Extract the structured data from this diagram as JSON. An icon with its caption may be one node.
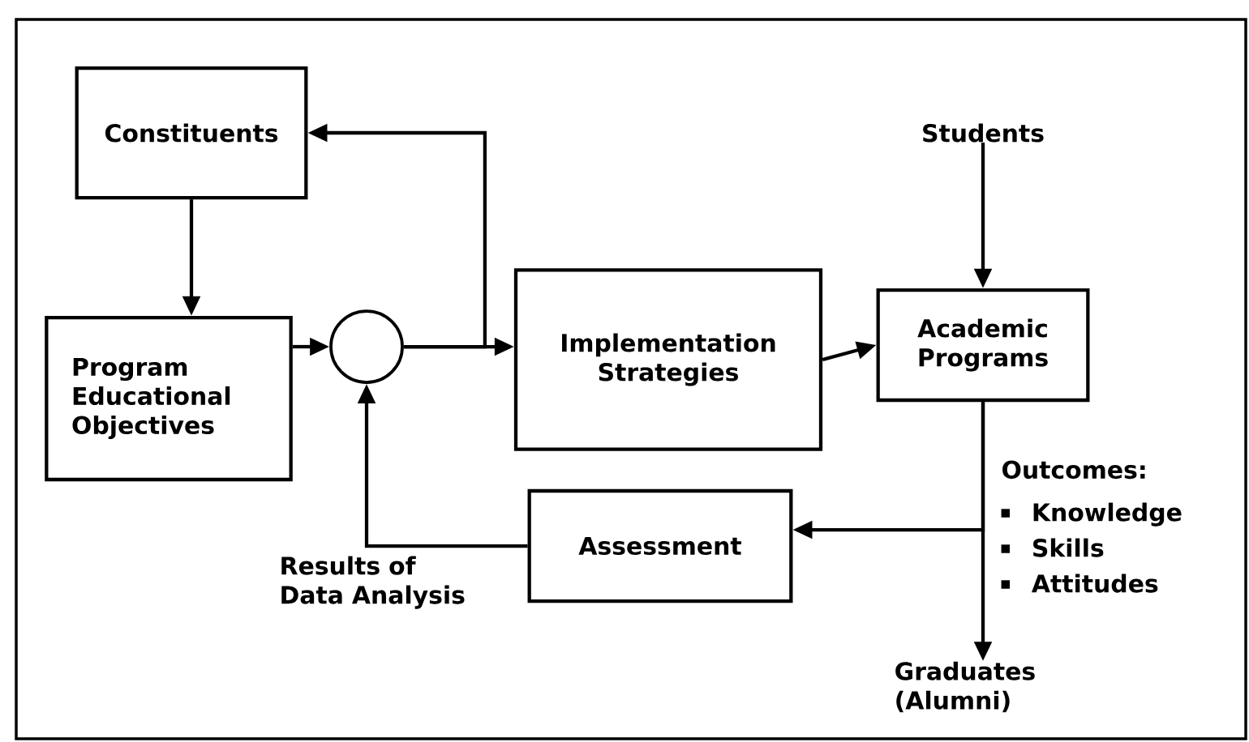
{
  "diagram": {
    "nodes": [
      {
        "text": [
          "Constituents"
        ]
      },
      {
        "text": [
          "Program Educational Objectives"
        ]
      },
      {
        "text": [],
        "shape": "circle"
      },
      {
        "text": [
          "Implementation Strategies"
        ]
      },
      {
        "text": [
          "Students"
        ]
      },
      {
        "text": [
          "Academic Programs"
        ]
      },
      {
        "text": [
          "Assessment"
        ]
      },
      {
        "text": [
          "Graduates (Alumni)"
        ]
      }
    ],
    "edges": [
      {
        "from": 0,
        "to": 1,
        "arrow": "to"
      },
      {
        "from": 1,
        "to": 2,
        "arrow": "to"
      },
      {
        "from": 2,
        "to": 3,
        "arrow": "to"
      },
      {
        "from": 2,
        "to": 0,
        "arrow": "to"
      },
      {
        "from": 3,
        "to": 5,
        "arrow": "to"
      },
      {
        "from": 4,
        "to": 5,
        "arrow": "to"
      },
      {
        "from": 5,
        "to": 7,
        "arrow": "to"
      },
      {
        "from": 5,
        "to": 6,
        "arrow": "to"
      },
      {
        "from": 6,
        "to": 2,
        "arrow": "to"
      }
    ],
    "labels": [
      "Results of Data Analysis",
      "Outcomes:",
      "Knowledge",
      "Skills",
      "Attitudes"
    ]
  }
}
